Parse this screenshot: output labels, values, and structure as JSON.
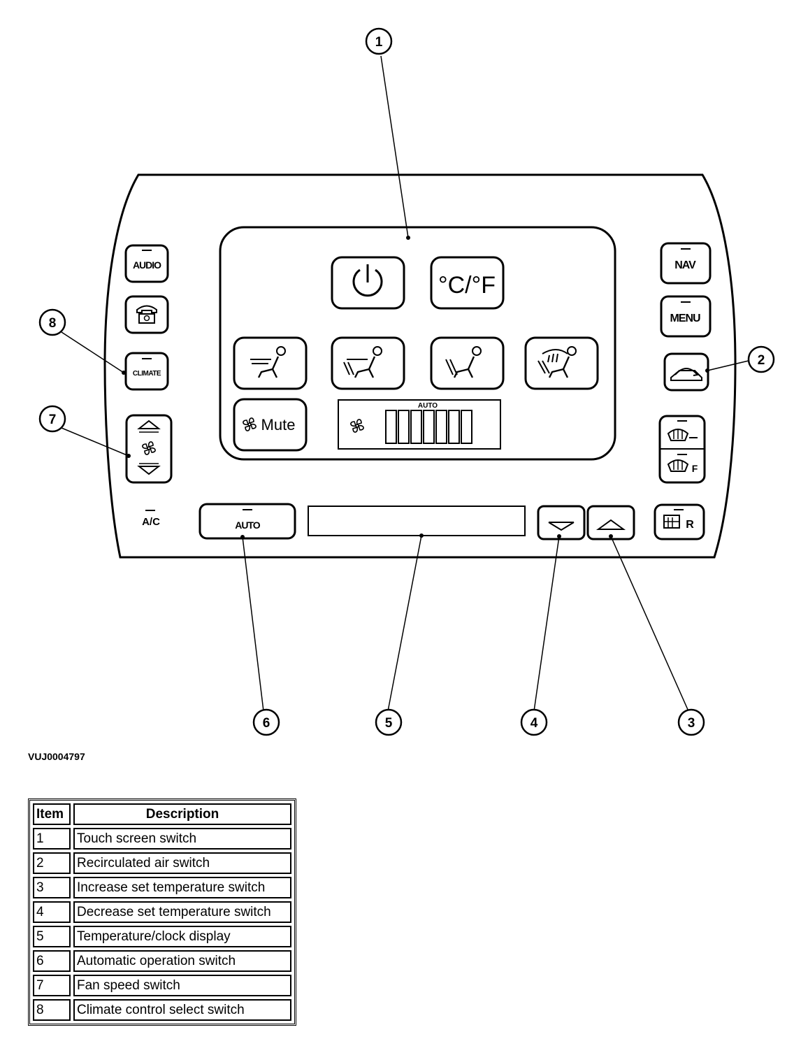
{
  "figure_id": "VUJ0004797",
  "screen": {
    "power_icon": "power-icon",
    "unit_toggle_label": "°C/°F",
    "mute_label": "Mute",
    "auto_indicator": "AUTO",
    "fan_bar_segments": 7
  },
  "left_buttons": {
    "audio": "AUDIO",
    "phone_icon": "phone-icon",
    "climate": "CLIMATE",
    "ac": "A/C"
  },
  "right_buttons": {
    "nav": "NAV",
    "menu": "MENU",
    "recirc_icon": "recirculation-icon",
    "defrost_windshield_icon": "windshield-defrost-icon",
    "defrost_front_label": "F",
    "defrost_rear_label": "R"
  },
  "bottom_buttons": {
    "auto": "AUTO"
  },
  "callouts": [
    "1",
    "2",
    "3",
    "4",
    "5",
    "6",
    "7",
    "8"
  ],
  "legend": {
    "header_item": "Item",
    "header_description": "Description",
    "rows": [
      {
        "item": "1",
        "description": "Touch screen switch"
      },
      {
        "item": "2",
        "description": "Recirculated air switch"
      },
      {
        "item": "3",
        "description": "Increase set temperature switch"
      },
      {
        "item": "4",
        "description": "Decrease set temperature switch"
      },
      {
        "item": "5",
        "description": "Temperature/clock display"
      },
      {
        "item": "6",
        "description": "Automatic operation switch"
      },
      {
        "item": "7",
        "description": "Fan speed switch"
      },
      {
        "item": "8",
        "description": "Climate control select switch"
      }
    ]
  }
}
